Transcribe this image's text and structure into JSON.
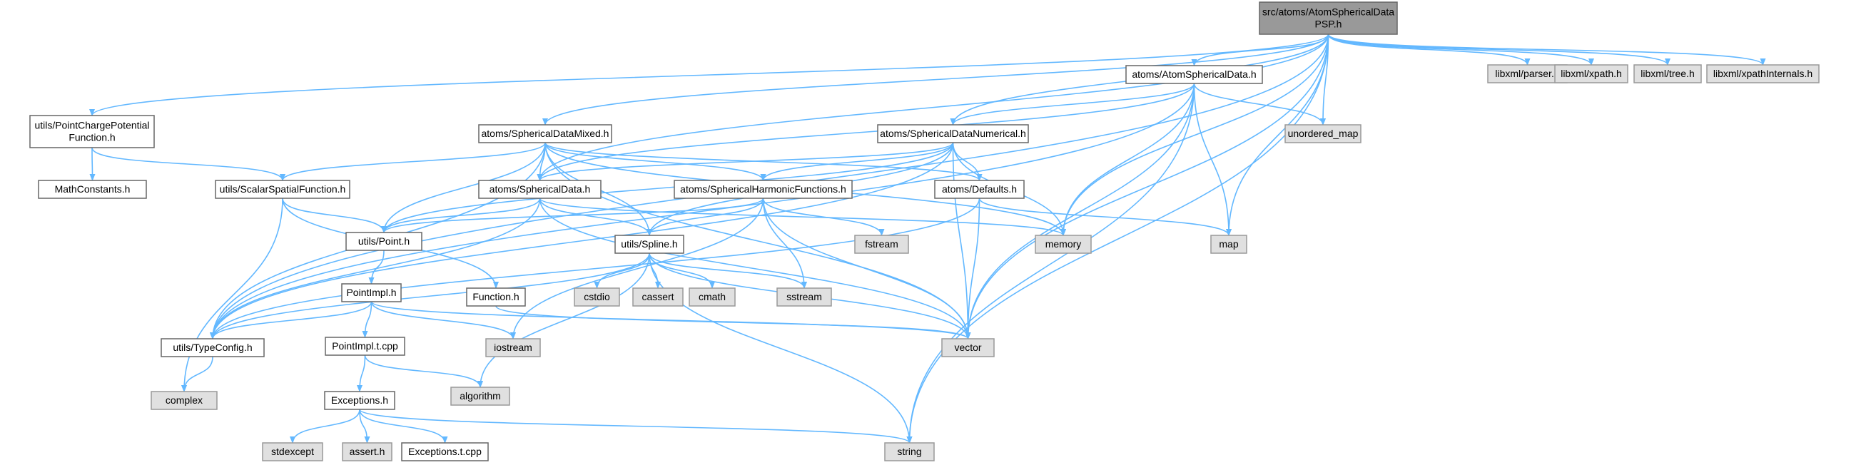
{
  "nodes": [
    {
      "id": "root",
      "lines": [
        "src/atoms/AtomSphericalData",
        "PSP.h"
      ],
      "kind": "root"
    },
    {
      "id": "atomsphericaldata",
      "lines": [
        "atoms/AtomSphericalData.h"
      ],
      "kind": "local"
    },
    {
      "id": "pointcharge",
      "lines": [
        "utils/PointChargePotential",
        "Function.h"
      ],
      "kind": "local"
    },
    {
      "id": "sphmixed",
      "lines": [
        "atoms/SphericalDataMixed.h"
      ],
      "kind": "local"
    },
    {
      "id": "sphnumerical",
      "lines": [
        "atoms/SphericalDataNumerical.h"
      ],
      "kind": "local"
    },
    {
      "id": "mathconstants",
      "lines": [
        "MathConstants.h"
      ],
      "kind": "local"
    },
    {
      "id": "scalarspatial",
      "lines": [
        "utils/ScalarSpatialFunction.h"
      ],
      "kind": "local"
    },
    {
      "id": "sphdata",
      "lines": [
        "atoms/SphericalData.h"
      ],
      "kind": "local"
    },
    {
      "id": "sphharmonic",
      "lines": [
        "atoms/SphericalHarmonicFunctions.h"
      ],
      "kind": "local"
    },
    {
      "id": "defaults",
      "lines": [
        "atoms/Defaults.h"
      ],
      "kind": "local"
    },
    {
      "id": "point",
      "lines": [
        "utils/Point.h"
      ],
      "kind": "local"
    },
    {
      "id": "spline",
      "lines": [
        "utils/Spline.h"
      ],
      "kind": "local"
    },
    {
      "id": "pointimpl",
      "lines": [
        "PointImpl.h"
      ],
      "kind": "local"
    },
    {
      "id": "function",
      "lines": [
        "Function.h"
      ],
      "kind": "local"
    },
    {
      "id": "typeconfig",
      "lines": [
        "utils/TypeConfig.h"
      ],
      "kind": "local"
    },
    {
      "id": "pointimpltcpp",
      "lines": [
        "PointImpl.t.cpp"
      ],
      "kind": "local"
    },
    {
      "id": "exceptions",
      "lines": [
        "Exceptions.h"
      ],
      "kind": "local"
    },
    {
      "id": "exceptionstcpp",
      "lines": [
        "Exceptions.t.cpp"
      ],
      "kind": "local"
    },
    {
      "id": "libxmlparser",
      "lines": [
        "libxml/parser.h"
      ],
      "kind": "ext"
    },
    {
      "id": "libxmlxpath",
      "lines": [
        "libxml/xpath.h"
      ],
      "kind": "ext"
    },
    {
      "id": "libxmltree",
      "lines": [
        "libxml/tree.h"
      ],
      "kind": "ext"
    },
    {
      "id": "libxmlxpathint",
      "lines": [
        "libxml/xpathInternals.h"
      ],
      "kind": "ext"
    },
    {
      "id": "unorderedmap",
      "lines": [
        "unordered_map"
      ],
      "kind": "ext"
    },
    {
      "id": "memory",
      "lines": [
        "memory"
      ],
      "kind": "ext"
    },
    {
      "id": "map",
      "lines": [
        "map"
      ],
      "kind": "ext"
    },
    {
      "id": "fstream",
      "lines": [
        "fstream"
      ],
      "kind": "ext"
    },
    {
      "id": "cstdio",
      "lines": [
        "cstdio"
      ],
      "kind": "ext"
    },
    {
      "id": "cassert",
      "lines": [
        "cassert"
      ],
      "kind": "ext"
    },
    {
      "id": "cmath",
      "lines": [
        "cmath"
      ],
      "kind": "ext"
    },
    {
      "id": "sstream",
      "lines": [
        "sstream"
      ],
      "kind": "ext"
    },
    {
      "id": "iostream",
      "lines": [
        "iostream"
      ],
      "kind": "ext"
    },
    {
      "id": "vector",
      "lines": [
        "vector"
      ],
      "kind": "ext"
    },
    {
      "id": "algorithm",
      "lines": [
        "algorithm"
      ],
      "kind": "ext"
    },
    {
      "id": "complex",
      "lines": [
        "complex"
      ],
      "kind": "ext"
    },
    {
      "id": "stdexcept",
      "lines": [
        "stdexcept"
      ],
      "kind": "ext"
    },
    {
      "id": "asserth",
      "lines": [
        "assert.h"
      ],
      "kind": "ext"
    },
    {
      "id": "string",
      "lines": [
        "string"
      ],
      "kind": "ext"
    }
  ],
  "edges": [
    [
      "root",
      "atomsphericaldata"
    ],
    [
      "root",
      "pointcharge"
    ],
    [
      "root",
      "sphmixed"
    ],
    [
      "root",
      "sphnumerical"
    ],
    [
      "root",
      "sphdata"
    ],
    [
      "root",
      "typeconfig"
    ],
    [
      "root",
      "unorderedmap"
    ],
    [
      "root",
      "memory"
    ],
    [
      "root",
      "map"
    ],
    [
      "root",
      "vector"
    ],
    [
      "root",
      "string"
    ],
    [
      "root",
      "libxmlparser"
    ],
    [
      "root",
      "libxmlxpath"
    ],
    [
      "root",
      "libxmltree"
    ],
    [
      "root",
      "libxmlxpathint"
    ],
    [
      "atomsphericaldata",
      "sphnumerical"
    ],
    [
      "atomsphericaldata",
      "sphdata"
    ],
    [
      "atomsphericaldata",
      "typeconfig"
    ],
    [
      "atomsphericaldata",
      "unorderedmap"
    ],
    [
      "atomsphericaldata",
      "memory"
    ],
    [
      "atomsphericaldata",
      "map"
    ],
    [
      "atomsphericaldata",
      "vector"
    ],
    [
      "atomsphericaldata",
      "string"
    ],
    [
      "pointcharge",
      "mathconstants"
    ],
    [
      "pointcharge",
      "scalarspatial"
    ],
    [
      "sphmixed",
      "scalarspatial"
    ],
    [
      "sphmixed",
      "sphdata"
    ],
    [
      "sphmixed",
      "sphharmonic"
    ],
    [
      "sphmixed",
      "defaults"
    ],
    [
      "sphmixed",
      "point"
    ],
    [
      "sphmixed",
      "spline"
    ],
    [
      "sphmixed",
      "typeconfig"
    ],
    [
      "sphmixed",
      "memory"
    ],
    [
      "sphmixed",
      "vector"
    ],
    [
      "sphnumerical",
      "sphdata"
    ],
    [
      "sphnumerical",
      "sphharmonic"
    ],
    [
      "sphnumerical",
      "defaults"
    ],
    [
      "sphnumerical",
      "point"
    ],
    [
      "sphnumerical",
      "spline"
    ],
    [
      "sphnumerical",
      "typeconfig"
    ],
    [
      "sphnumerical",
      "memory"
    ],
    [
      "sphnumerical",
      "vector"
    ],
    [
      "scalarspatial",
      "point"
    ],
    [
      "scalarspatial",
      "function"
    ],
    [
      "scalarspatial",
      "complex"
    ],
    [
      "sphdata",
      "point"
    ],
    [
      "sphdata",
      "spline"
    ],
    [
      "sphdata",
      "typeconfig"
    ],
    [
      "sphdata",
      "memory"
    ],
    [
      "sphdata",
      "vector"
    ],
    [
      "sphharmonic",
      "point"
    ],
    [
      "sphharmonic",
      "spline"
    ],
    [
      "sphharmonic",
      "fstream"
    ],
    [
      "sphharmonic",
      "sstream"
    ],
    [
      "sphharmonic",
      "iostream"
    ],
    [
      "sphharmonic",
      "vector"
    ],
    [
      "defaults",
      "map"
    ],
    [
      "defaults",
      "vector"
    ],
    [
      "defaults",
      "typeconfig"
    ],
    [
      "point",
      "pointimpl"
    ],
    [
      "spline",
      "cstdio"
    ],
    [
      "spline",
      "cassert"
    ],
    [
      "spline",
      "cmath"
    ],
    [
      "spline",
      "sstream"
    ],
    [
      "spline",
      "vector"
    ],
    [
      "spline",
      "algorithm"
    ],
    [
      "spline",
      "string"
    ],
    [
      "spline",
      "typeconfig"
    ],
    [
      "pointimpl",
      "typeconfig"
    ],
    [
      "pointimpl",
      "pointimpltcpp"
    ],
    [
      "pointimpl",
      "iostream"
    ],
    [
      "pointimpl",
      "vector"
    ],
    [
      "function",
      "vector"
    ],
    [
      "typeconfig",
      "complex"
    ],
    [
      "pointimpltcpp",
      "exceptions"
    ],
    [
      "pointimpltcpp",
      "algorithm"
    ],
    [
      "exceptions",
      "stdexcept"
    ],
    [
      "exceptions",
      "asserth"
    ],
    [
      "exceptions",
      "exceptionstcpp"
    ],
    [
      "exceptions",
      "string"
    ]
  ]
}
